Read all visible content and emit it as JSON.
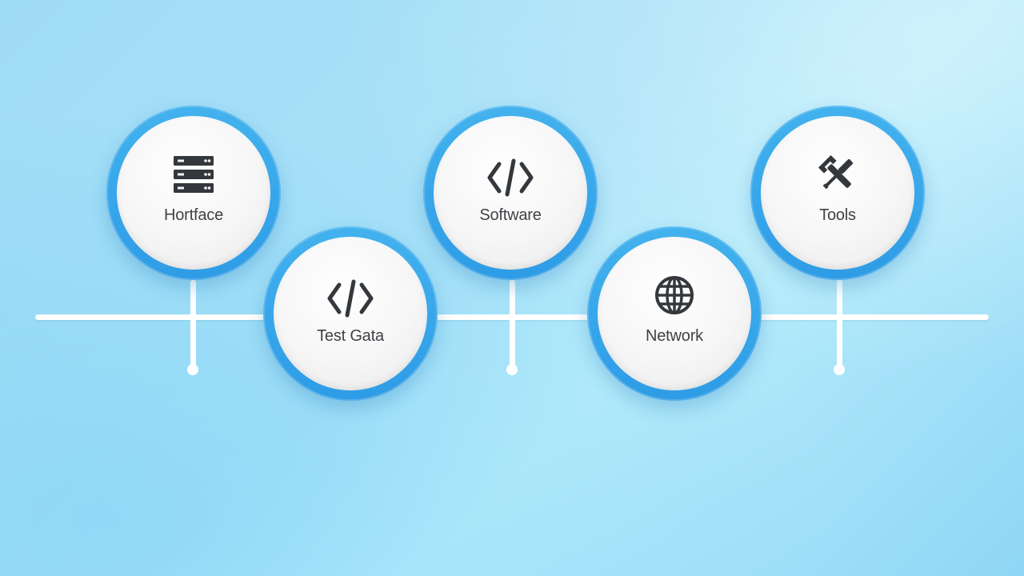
{
  "nodes": [
    {
      "label": "Hortface",
      "icon": "server-icon"
    },
    {
      "label": "Test Gata",
      "icon": "code-icon"
    },
    {
      "label": "Software",
      "icon": "code-icon"
    },
    {
      "label": "Network",
      "icon": "globe-icon"
    },
    {
      "label": "Tools",
      "icon": "tools-icon"
    }
  ],
  "colors": {
    "background": "#a9e2f8",
    "ring": "#2e9ce6",
    "inner": "#f6f6f6",
    "line": "#ffffff",
    "text": "#3f4347"
  }
}
